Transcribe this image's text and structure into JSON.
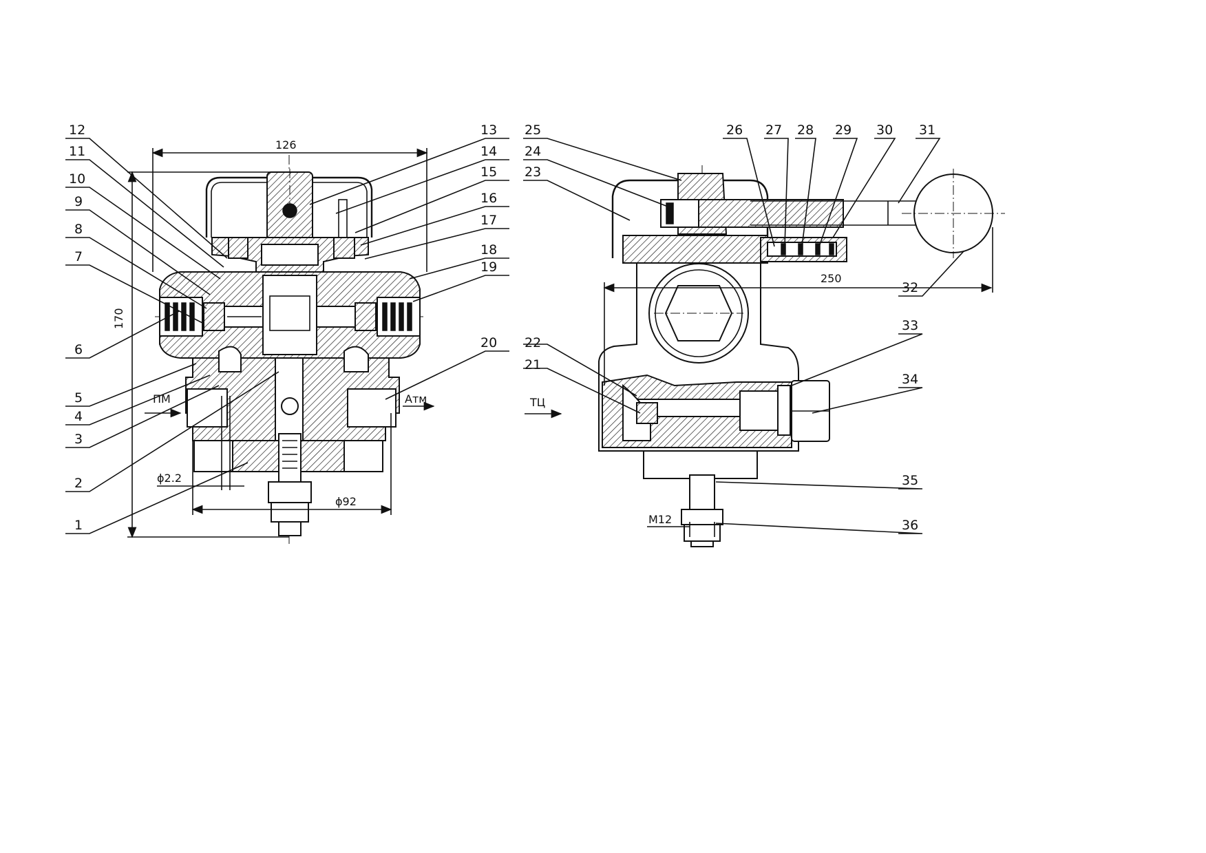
{
  "left_view": {
    "callouts": [
      "1",
      "2",
      "3",
      "4",
      "5",
      "6",
      "7",
      "8",
      "9",
      "10",
      "11",
      "12",
      "13",
      "14",
      "15",
      "16",
      "17",
      "18",
      "19",
      "20"
    ],
    "dimensions": {
      "width_top": "126",
      "height": "170",
      "orifice": "ϕ2.2",
      "base": "ϕ92"
    },
    "ports": {
      "inlet": "ПМ",
      "outlet": "Атм"
    }
  },
  "right_view": {
    "callouts": [
      "21",
      "22",
      "23",
      "24",
      "25",
      "26",
      "27",
      "28",
      "29",
      "30",
      "31",
      "32",
      "33",
      "34",
      "35",
      "36"
    ],
    "dimensions": {
      "lever_length": "250",
      "thread": "M12"
    },
    "ports": {
      "inlet": "ТЦ"
    }
  }
}
